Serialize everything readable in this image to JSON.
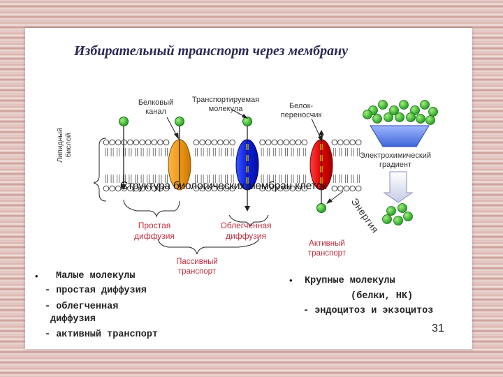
{
  "title": "Избирательный транспорт через мембрану",
  "labels": {
    "protein_channel": "Белковый\nканал",
    "transported_molecule": "Транспортируемая\nмолекула",
    "carrier_protein": "Белок-\nпереносчик",
    "lipid_bilayer": "Липидный\nбислой",
    "electrochemical_gradient": "Электрохимический\nградиент",
    "overlay_caption": "Структура биологических мембран клеток",
    "energy": "Энергия",
    "simple_diffusion": "Простая\nдиффузия",
    "facilitated_diffusion": "Облегченная\nдиффузия",
    "passive_transport": "Пассивный\nтранспорт",
    "active_transport": "Активный\nтранспорт"
  },
  "bullets": {
    "left": {
      "marker": "•",
      "heading": "Малые молекулы",
      "items": [
        "- простая диффузия",
        "- облегченная",
        "диффузия",
        "- активный транспорт"
      ]
    },
    "right": {
      "marker": "•",
      "heading": "Крупные молекулы",
      "items": [
        "(белки, НК)",
        "- эндоцитоз и экзоцитоз"
      ]
    }
  },
  "page_number": "31",
  "colors": {
    "title": "#2a2a55",
    "red_labels": "#c03040",
    "molecule_green": "#2aa02a",
    "channel_orange": "#f19a14",
    "channel_blue": "#0a1ee0",
    "carrier_red": "#e00000"
  }
}
